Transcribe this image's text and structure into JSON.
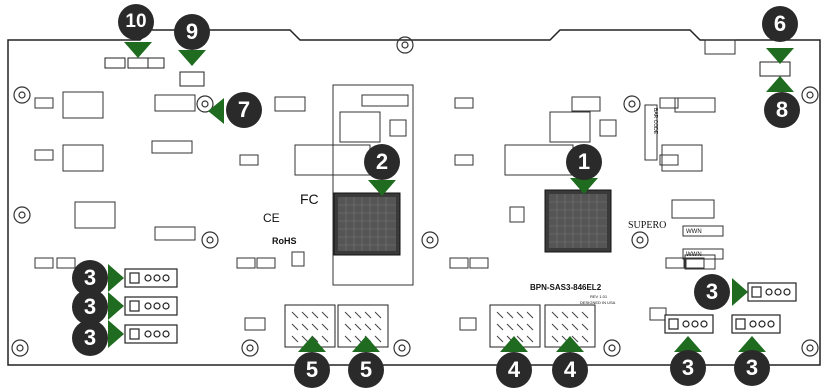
{
  "board": {
    "model_label": "BPN-SAS3-846EL2",
    "brand_label": "SUPERO",
    "designed_text_1": "REV 1.01",
    "designed_text_2": "DESIGNED IN USA",
    "bar_code_label": "BAR CODE",
    "wwn_label_1": "WWN",
    "wwn_label_2": "WWN",
    "fcc_label": "FC",
    "ce_label": "CE",
    "rohs_label": "RoHS"
  },
  "callouts": [
    {
      "id": "c1",
      "number": "1"
    },
    {
      "id": "c2",
      "number": "2"
    },
    {
      "id": "c3a",
      "number": "3"
    },
    {
      "id": "c3b",
      "number": "3"
    },
    {
      "id": "c3c",
      "number": "3"
    },
    {
      "id": "c3d",
      "number": "3"
    },
    {
      "id": "c3e",
      "number": "3"
    },
    {
      "id": "c3f",
      "number": "3"
    },
    {
      "id": "c4a",
      "number": "4"
    },
    {
      "id": "c4b",
      "number": "4"
    },
    {
      "id": "c5a",
      "number": "5"
    },
    {
      "id": "c5b",
      "number": "5"
    },
    {
      "id": "c6",
      "number": "6"
    },
    {
      "id": "c7",
      "number": "7"
    },
    {
      "id": "c8",
      "number": "8"
    },
    {
      "id": "c9",
      "number": "9"
    },
    {
      "id": "c10",
      "number": "10"
    }
  ],
  "colors": {
    "arrow": "#1f6b1f",
    "callout_bg": "#2a2a2a",
    "board_outline": "#222222"
  }
}
